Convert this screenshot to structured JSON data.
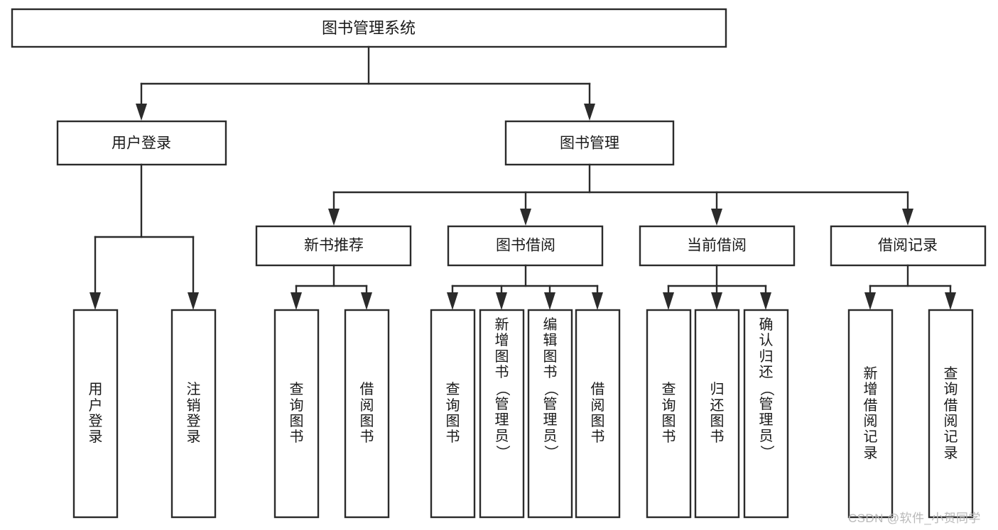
{
  "diagram": {
    "type": "tree-hierarchy-chart",
    "title_node": {
      "label": "图书管理系统"
    },
    "level2": [
      {
        "id": "user-login",
        "label": "用户登录"
      },
      {
        "id": "book-management",
        "label": "图书管理"
      }
    ],
    "level3": [
      {
        "id": "new-book-recommend",
        "label": "新书推荐"
      },
      {
        "id": "book-borrow",
        "label": "图书借阅"
      },
      {
        "id": "current-borrow",
        "label": "当前借阅"
      },
      {
        "id": "borrow-record",
        "label": "借阅记录"
      }
    ],
    "leaves": {
      "user-login": [
        {
          "id": "leaf-user-login",
          "label": "用户登录"
        },
        {
          "id": "leaf-logout",
          "label": "注销登录"
        }
      ],
      "new-book-recommend": [
        {
          "id": "leaf-query-book-1",
          "label": "查询图书"
        },
        {
          "id": "leaf-borrow-book-1",
          "label": "借阅图书"
        }
      ],
      "book-borrow": [
        {
          "id": "leaf-query-book-2",
          "label": "查询图书"
        },
        {
          "id": "leaf-add-book",
          "label": "新增图书（管理员）"
        },
        {
          "id": "leaf-edit-book",
          "label": "编辑图书（管理员）"
        },
        {
          "id": "leaf-borrow-book-2",
          "label": "借阅图书"
        }
      ],
      "current-borrow": [
        {
          "id": "leaf-query-book-3",
          "label": "查询图书"
        },
        {
          "id": "leaf-return-book",
          "label": "归还图书"
        },
        {
          "id": "leaf-confirm-return",
          "label": "确认归还（管理员）"
        }
      ],
      "borrow-record": [
        {
          "id": "leaf-add-record",
          "label": "新增借阅记录"
        },
        {
          "id": "leaf-query-record",
          "label": "查询借阅记录"
        }
      ]
    },
    "colors": {
      "box_stroke": "#2b2b2b",
      "box_fill": "#ffffff",
      "text": "#1a1a1a",
      "background": "#ffffff",
      "watermark": "#b9b9b9"
    }
  },
  "watermark": {
    "text": "CSDN @软件_小贺同学"
  }
}
